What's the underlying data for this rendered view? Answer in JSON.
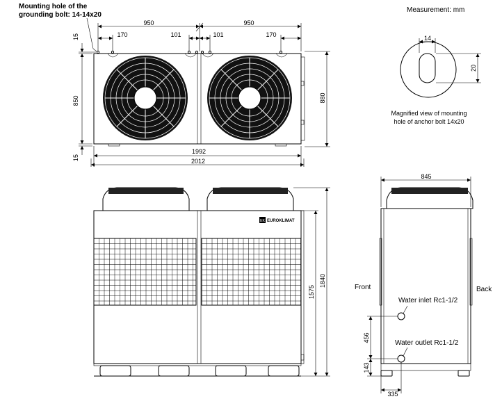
{
  "header": {
    "measurement_unit": "Measurement: mm"
  },
  "callouts": {
    "grounding_hole_line1": "Mounting hole of the",
    "grounding_hole_line2": "grounding bolt: 14-14x20",
    "magnified_line1": "Magnified view of mounting",
    "magnified_line2": "hole of anchor bolt 14x20",
    "front": "Front",
    "back": "Back",
    "water_inlet": "Water inlet Rc1-1/2",
    "water_outlet": "Water outlet Rc1-1/2"
  },
  "brand": {
    "logo_text": "EUROKLIMAT",
    "logo_badge": "EK"
  },
  "dimensions": {
    "top_view": {
      "half_width_left": "950",
      "half_width_right": "950",
      "hole_offset_left": "170",
      "hole_offset_right": "170",
      "center_left": "101",
      "center_right": "101",
      "inner_width": "1992",
      "overall_width": "2012",
      "depth_top": "15",
      "depth_main": "850",
      "depth_bottom": "15",
      "overall_depth": "880"
    },
    "magnified": {
      "hole_width": "14",
      "hole_length": "20"
    },
    "front_view": {
      "body_height": "1575",
      "overall_height": "1840"
    },
    "side_view": {
      "depth": "845",
      "inlet_height": "456",
      "outlet_height": "143",
      "pipe_offset": "335"
    }
  }
}
